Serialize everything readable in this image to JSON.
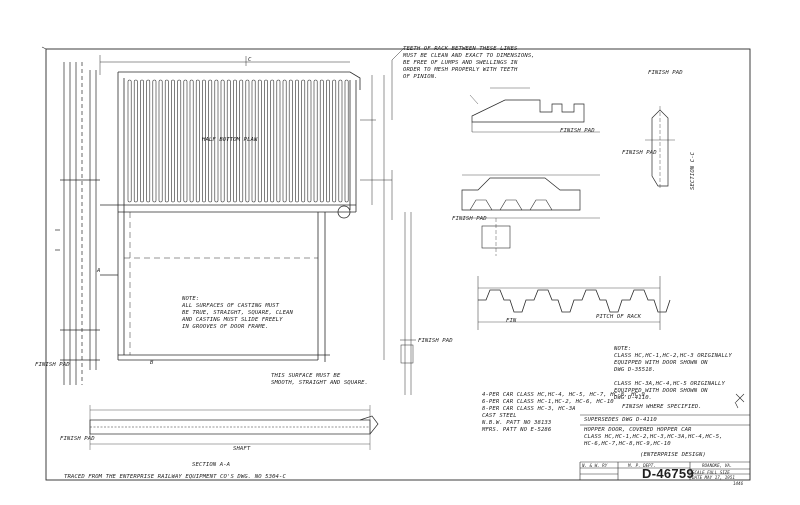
{
  "notes": {
    "teeth_note": "TEETH OF RACK BETWEEN THESE LINES\nMUST BE CLEAN AND EXACT TO DIMENSIONS,\nBE FREE OF LUMPS AND SWELLINGS IN\nORDER TO MESH PROPERLY WITH TEETH\nOF PINION.",
    "casting_note": "NOTE:\nALL SURFACES OF CASTING MUST\nBE TRUE, STRAIGHT, SQUARE, CLEAN\nAND CASTING MUST SLIDE FREELY\nIN GROOVES OF DOOR FRAME.",
    "surface_note": "THIS SURFACE MUST BE\nSMOOTH, STRAIGHT AND SQUARE.",
    "class_note": "NOTE:\nCLASS HC,HC-1,HC-2,HC-3 ORIGINALLY\nEQUIPPED WITH DOOR SHOWN ON\nDWG D-35518.\n\nCLASS HC-3A,HC-4,HC-5 ORIGINALLY\nEQUIPPED WITH DOOR SHOWN ON\nDWG D-4110.",
    "per_car_note": "4-PER CAR CLASS HC,HC-4, HC-5, HC-7, HC-8, HC-9\n6-PER CAR CLASS HC-1,HC-2, HC-6, HC-10\n8-PER CAR CLASS HC-3, HC-3A\nCAST STEEL\nN.B.W. PATT NO 38133\nMFRS. PATT NO E-5286",
    "finish_where": "FINISH WHERE SPECIFIED.",
    "traced": "TRACED FROM THE ENTERPRISE RAILWAY EQUIPMENT CO'S DWG. NO 5304-C"
  },
  "labels": {
    "half_bottom_plan": "HALF BOTTOM PLAN",
    "section_aa": "SECTION A-A",
    "section_cc": "SECTION C-C",
    "finish_pad": "FINISH PAD",
    "finish_pad_2": "FINISH PAD",
    "finish_pad_3": "FINISH PAD",
    "finish_pad_4": "FINISH PAD",
    "finish_pad_5": "FINISH PAD",
    "finish_pad_6": "FINISH PAD",
    "finish_pad_7": "FINISH PAD",
    "shaft": "SHAFT",
    "fin": "FIN",
    "pitch_of_rack": "PITCH OF RACK",
    "dim_a": "A",
    "dim_b": "B",
    "dim_c": "C"
  },
  "title_block": {
    "supersedes": "SUPERSEDES DWG D-4110",
    "title": "HOPPER DOOR, COVERED HOPPER CAR\nCLASS HC,HC-1,HC-2,HC-3,HC-3A,HC-4,HC-5,\nHC-6,HC-7,HC-8,HC-9,HC-10",
    "enterprise": "(ENTERPRISE DESIGN)",
    "railway": "N. & W. RY",
    "dept": "M. P. DEPT.",
    "city": "ROANOKE, VA.",
    "drawing_number": "D-46759",
    "scale": "SCALE FULL SIZE",
    "date": "DATE MAY 17, 1951",
    "sheet_code": "1446"
  }
}
